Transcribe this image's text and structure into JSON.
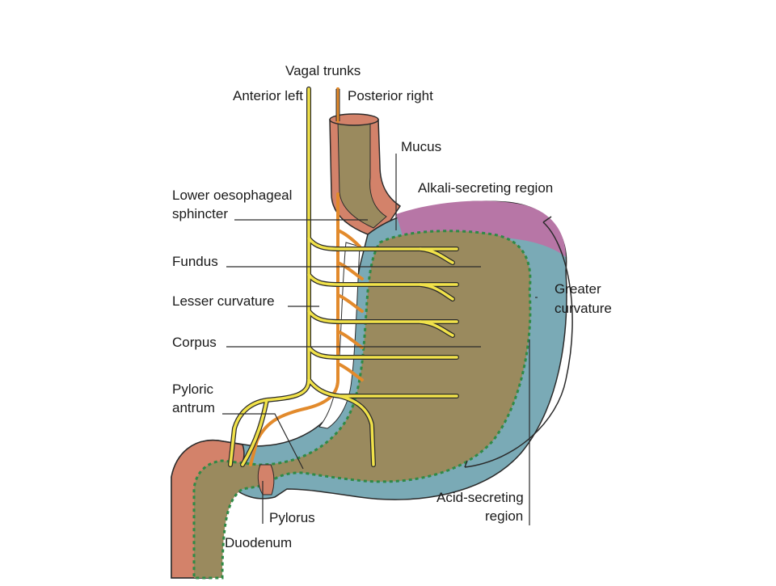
{
  "labels": {
    "vagal_trunks": "Vagal trunks",
    "anterior_left": "Anterior left",
    "posterior_right": "Posterior right",
    "mucus": "Mucus",
    "alkali_region": "Alkali-secreting region",
    "les_line1": "Lower oesophageal",
    "les_line2": "sphincter",
    "fundus": "Fundus",
    "lesser_curvature": "Lesser curvature",
    "greater_line1": "Greater",
    "greater_line2": "curvature",
    "corpus": "Corpus",
    "antrum_line1": "Pyloric",
    "antrum_line2": "antrum",
    "pylorus": "Pylorus",
    "duodenum": "Duodenum",
    "acid_line1": "Acid-secreting",
    "acid_line2": "region"
  },
  "colors": {
    "lumen": "#9a8a5e",
    "wall_pink": "#d3826a",
    "acid_blue": "#7aaab6",
    "alkali_purple": "#b776a6",
    "mucus_green": "#2f8a46",
    "nerve_yellow": "#f1e24a",
    "nerve_orange": "#e28a2c",
    "outline": "#2a2a2a"
  }
}
